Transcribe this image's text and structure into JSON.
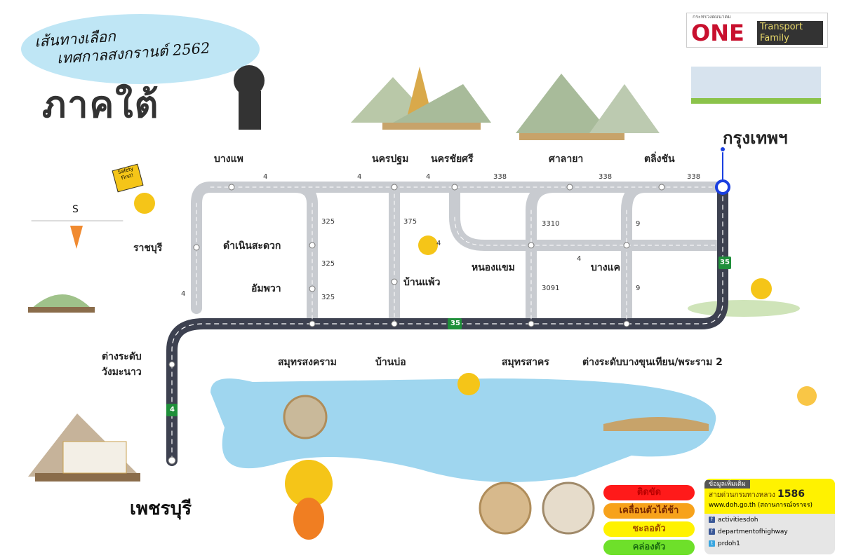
{
  "header": {
    "title_line1": "เส้นทางเลือก",
    "title_line2": "เทศกาลสงกรานต์ 2562",
    "region": "ภาคใต้"
  },
  "logo": {
    "ministry": "กระทรวงคมนาคม",
    "one": "ONE",
    "transport": "Transport",
    "family": "Family"
  },
  "compass": {
    "direction": "S"
  },
  "places": {
    "bangkok": "กรุงเทพฯ",
    "bang_phae": "บางแพ",
    "nakhon_pathom": "นครปฐม",
    "nakhon_chai_si": "นครชัยศรี",
    "salaya": "ศาลายา",
    "taling_chan": "ตลิ่งชัน",
    "ratchaburi": "ราชบุรี",
    "damnoen_saduak": "ดำเนินสะดวก",
    "amphawa": "อัมพวา",
    "ban_phaeo": "บ้านแพ้ว",
    "nong_khaem": "หนองแขม",
    "bang_khae": "บางแค",
    "samut_songkhram": "สมุทรสงคราม",
    "ban_bo": "บ้านบ่อ",
    "samut_sakhon": "สมุทรสาคร",
    "bang_khun_thian": "ต่างระดับบางขุนเทียน/พระราม 2",
    "wang_manao_1": "ต่างระดับ",
    "wang_manao_2": "วังมะนาว",
    "phetchaburi": "เพชรบุรี"
  },
  "routes": {
    "r4": "4",
    "r338": "338",
    "r325": "325",
    "r375": "375",
    "r3310": "3310",
    "r3091": "3091",
    "r9": "9",
    "r35": "35"
  },
  "sign": {
    "text": "Safety First!"
  },
  "legend": [
    {
      "label": "ติดขัด",
      "color": "#ff1a1a"
    },
    {
      "label": "เคลื่อนตัวได้ช้า",
      "color": "#f7a21b"
    },
    {
      "label": "ชะลอตัว",
      "color": "#fff200"
    },
    {
      "label": "คล่องตัว",
      "color": "#6ee02a"
    }
  ],
  "info": {
    "heading": "ข้อมูลเพิ่มเติม",
    "hotline_label": "สายด่วนกรมทางหลวง",
    "hotline": "1586",
    "website": "www.doh.go.th (สถานการณ์จราจร)",
    "social": [
      {
        "icon": "facebook-icon",
        "name": "activitiesdoh"
      },
      {
        "icon": "facebook-icon",
        "name": "departmentofhighway"
      },
      {
        "icon": "twitter-icon",
        "name": "prdoh1"
      }
    ]
  },
  "colors": {
    "road": "#3d4150",
    "road_secondary": "#c8cbd0",
    "water": "#9fd6ef",
    "bangkok_node": "#1a3fe0",
    "route_shield": "#1f8f3a"
  }
}
